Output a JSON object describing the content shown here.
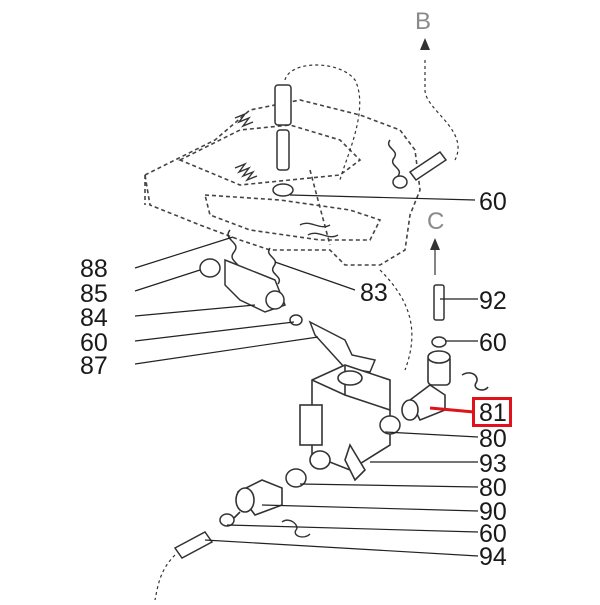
{
  "diagram": {
    "accent_color": "#e0121b",
    "line_color": "#2a2a2a",
    "part_color": "#3a3a3a",
    "highlighted_part": "81",
    "connectors": [
      "B",
      "C"
    ],
    "labels": {
      "l60a": "60",
      "l88": "88",
      "l85": "85",
      "l83": "83",
      "l84": "84",
      "l92": "92",
      "l60b": "60",
      "l60c": "60",
      "l87": "87",
      "l81": "81",
      "l80a": "80",
      "l93": "93",
      "l80b": "80",
      "l90": "90",
      "l60d": "60",
      "l94": "94"
    }
  }
}
